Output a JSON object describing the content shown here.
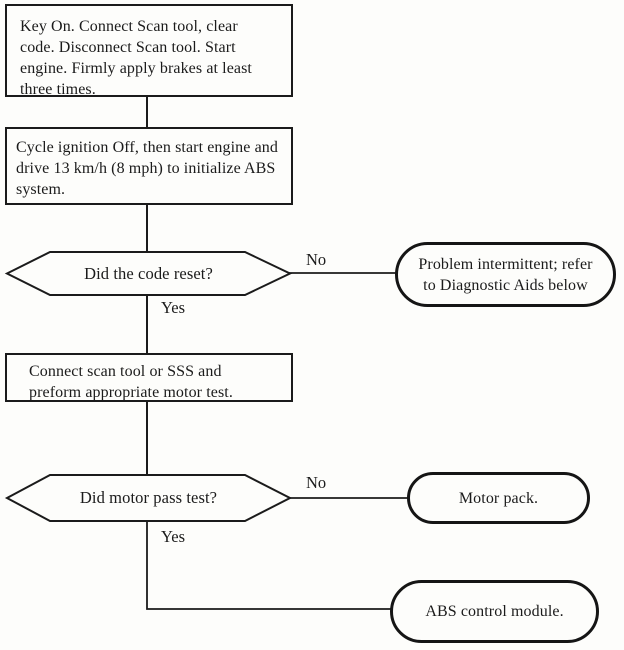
{
  "colors": {
    "ink": "#1b1b1b",
    "background": "#fdfdfb"
  },
  "flowchart": {
    "steps": [
      {
        "lines": [
          "Key On. Connect Scan tool, clear",
          "code. Disconnect Scan tool. Start",
          "engine. Firmly apply brakes at least",
          "three times."
        ]
      },
      {
        "lines": [
          "Cycle ignition Off, then start engine and",
          "drive 13 km/h (8 mph) to initialize ABS",
          "system."
        ]
      },
      {
        "lines": [
          "Connect scan tool or SSS and",
          "preform appropriate motor test."
        ]
      }
    ],
    "decisions": [
      {
        "question": "Did the code reset?",
        "yes_label": "Yes",
        "no_label": "No"
      },
      {
        "question": "Did motor pass test?",
        "yes_label": "Yes",
        "no_label": "No"
      }
    ],
    "terminators": [
      {
        "lines": [
          "Problem intermittent; refer",
          "to Diagnostic Aids below"
        ]
      },
      {
        "lines": [
          "Motor pack."
        ]
      },
      {
        "lines": [
          "ABS control module."
        ]
      }
    ]
  }
}
